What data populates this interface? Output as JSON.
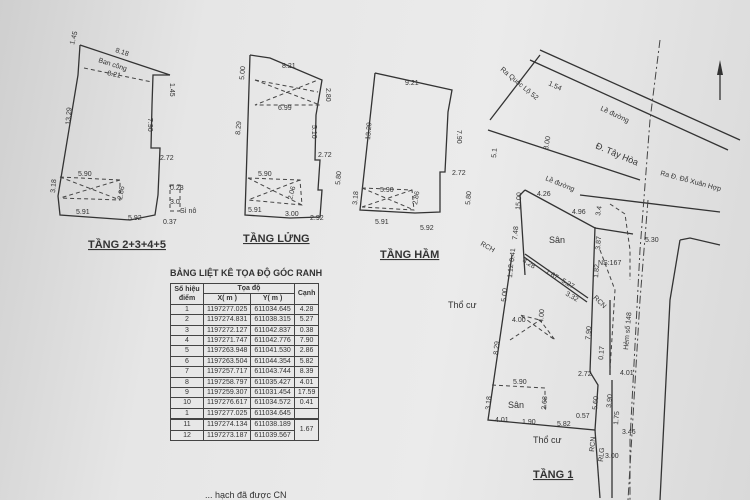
{
  "floors": {
    "f2345": {
      "title": "TẦNG 2+3+4+5",
      "balcony": "Ban công",
      "dims": [
        "1.45",
        "8.18",
        "8.21",
        "1.45",
        "13.29",
        "7.90",
        "2.72",
        "5.90",
        "2.86",
        "3.18",
        "5.91",
        "5.92",
        "0.28",
        "0.37",
        "3.0",
        "Sì nô"
      ]
    },
    "mezz": {
      "title": "TẦNG LỬNG",
      "dims": [
        "5.00",
        "8.21",
        "6.99",
        "2.80",
        "8.29",
        "5.10",
        "2.72",
        "5.90",
        "2.06",
        "5.91",
        "3.00",
        "2.92",
        "5.80"
      ]
    },
    "base": {
      "title": "TẦNG HẦM",
      "dims": [
        "9.21",
        "13.29",
        "7.90",
        "2.72",
        "5.90",
        "2.86",
        "3.18",
        "5.91",
        "5.92",
        "5.80"
      ]
    },
    "ground": {
      "title": "TẦNG 1",
      "labels": {
        "yard1": "Sân",
        "yard2": "Sân",
        "res1": "Thổ cư",
        "res2": "Thổ cư",
        "ns": "NS:167",
        "rch": "RCH",
        "rcn1": "RCN",
        "rcn2": "RCN",
        "rlg": "RLG",
        "alley": "Hẻm số 148",
        "road": "Đ. Tây Hòa",
        "curb1": "Lề đường",
        "curb2": "Lề đường",
        "to_ql": "Ra Quốc Lộ 52",
        "to_dxh": "Ra Đ. Đỗ Xuân Hợp"
      },
      "dims": [
        "4.26",
        "4.96",
        "3.4",
        "5.30",
        "15.00",
        "7.48",
        "0.41",
        "1.12",
        "4.28",
        "1.67",
        "5.27",
        "3.32",
        "3.87",
        "1.82",
        "5.00",
        "4.00",
        "4.00",
        "8.29",
        "7.90",
        "0.17",
        "2.72",
        "4.01",
        "5.90",
        "2.68",
        "3.18",
        "4.01",
        "1.90",
        "5.82",
        "0.57",
        "5.60",
        "3.90",
        "1.75",
        "3.46",
        "3.00",
        "8.00",
        "1.54",
        "5.1"
      ]
    }
  },
  "table": {
    "title": "BẢNG LIỆT KÊ TỌA ĐỘ GÓC RANH",
    "headers": {
      "point": "Số hiệu điểm",
      "coord": "Tọa độ",
      "x": "X( m )",
      "y": "Y( m )",
      "edge": "Cạnh"
    },
    "rows": [
      {
        "p": "1",
        "x": "1197277.025",
        "y": "611034.645"
      },
      {
        "p": "2",
        "x": "1197274.831",
        "y": "611038.315"
      },
      {
        "p": "3",
        "x": "1197272.127",
        "y": "611042.837"
      },
      {
        "p": "4",
        "x": "1197271.747",
        "y": "611042.776"
      },
      {
        "p": "5",
        "x": "1197263.948",
        "y": "611041.530"
      },
      {
        "p": "6",
        "x": "1197263.504",
        "y": "611044.354"
      },
      {
        "p": "7",
        "x": "1197257.717",
        "y": "611043.744"
      },
      {
        "p": "8",
        "x": "1197258.797",
        "y": "611035.427"
      },
      {
        "p": "9",
        "x": "1197259.307",
        "y": "611031.454"
      },
      {
        "p": "10",
        "x": "1197276.617",
        "y": "611034.572"
      },
      {
        "p": "1",
        "x": "1197277.025",
        "y": "611034.645"
      }
    ],
    "edges": [
      "4.28",
      "5.27",
      "0.38",
      "7.90",
      "2.86",
      "5.82",
      "8.39",
      "4.01",
      "17.59",
      "0.41"
    ],
    "rows2": [
      {
        "p": "11",
        "x": "1197274.134",
        "y": "611038.189"
      },
      {
        "p": "12",
        "x": "1197273.187",
        "y": "611039.567"
      }
    ],
    "edge2": "1.67"
  },
  "footer": "... hạch đã được CN"
}
